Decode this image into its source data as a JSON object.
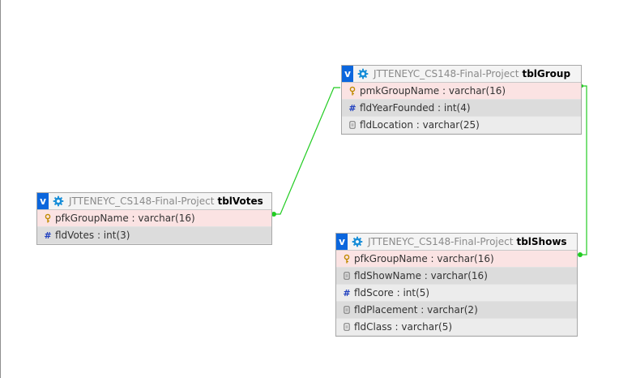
{
  "colors": {
    "toggle": "#0b66dd",
    "relation_line": "#22cc22",
    "key_row": "#fbe3e3",
    "db_name": "#8a8a8a"
  },
  "tables": {
    "votes": {
      "toggle": "v",
      "db": "JTTENEYC_CS148-Final-Project",
      "name": "tblVotes",
      "columns": [
        {
          "text": "pfkGroupName : varchar(16)",
          "icon": "key-icon"
        },
        {
          "text": "fldVotes : int(3)",
          "icon": "hash-icon"
        }
      ]
    },
    "group": {
      "toggle": "v",
      "db": "JTTENEYC_CS148-Final-Project",
      "name": "tblGroup",
      "columns": [
        {
          "text": "pmkGroupName : varchar(16)",
          "icon": "key-icon"
        },
        {
          "text": "fldYearFounded : int(4)",
          "icon": "hash-icon"
        },
        {
          "text": "fldLocation : varchar(25)",
          "icon": "text-field-icon"
        }
      ]
    },
    "shows": {
      "toggle": "v",
      "db": "JTTENEYC_CS148-Final-Project",
      "name": "tblShows",
      "columns": [
        {
          "text": "pfkGroupName : varchar(16)",
          "icon": "key-icon"
        },
        {
          "text": "fldShowName : varchar(16)",
          "icon": "text-field-icon"
        },
        {
          "text": "fldScore : int(5)",
          "icon": "hash-icon"
        },
        {
          "text": "fldPlacement : varchar(2)",
          "icon": "text-field-icon"
        },
        {
          "text": "fldClass : varchar(5)",
          "icon": "text-field-icon"
        }
      ]
    }
  },
  "relations": [
    {
      "from": "tblVotes.pfkGroupName",
      "to": "tblGroup.pmkGroupName"
    },
    {
      "from": "tblShows.pfkGroupName",
      "to": "tblGroup.pmkGroupName"
    }
  ]
}
